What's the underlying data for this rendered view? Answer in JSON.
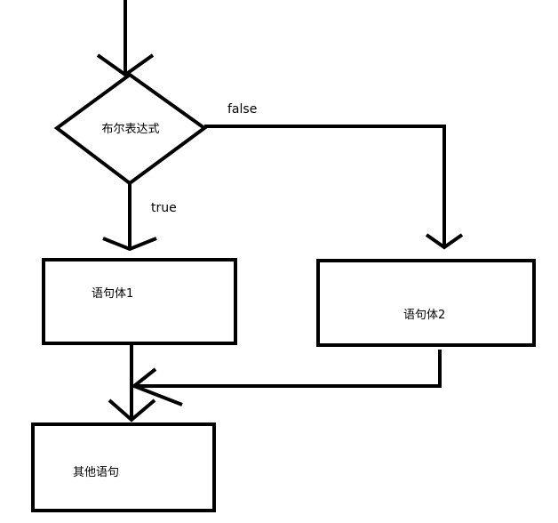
{
  "diagram": {
    "condition_label": "布尔表达式",
    "false_label": "false",
    "true_label": "true",
    "statement1_label": "语句体1",
    "statement2_label": "语句体2",
    "other_label": "其他语句",
    "stroke_color": "#000000",
    "background_color": "#ffffff"
  }
}
